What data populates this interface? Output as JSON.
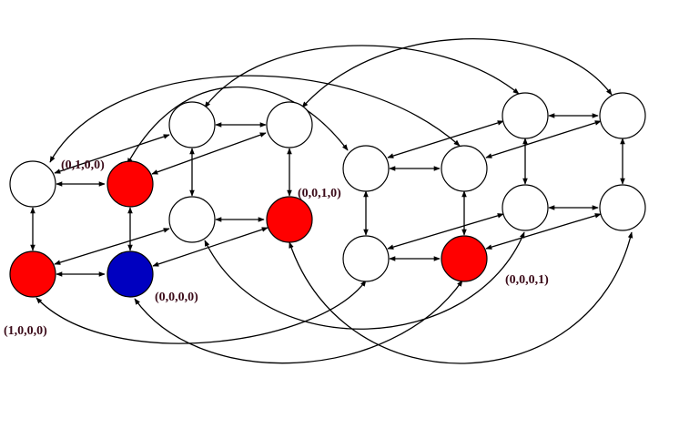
{
  "diagram": {
    "colors": {
      "red": "#ff0000",
      "blue": "#0000c0",
      "white": "#ffffff",
      "stroke": "#000000",
      "label": "#3a0a18"
    },
    "nodes": [
      {
        "id": "n1",
        "fill": "white"
      },
      {
        "id": "n2",
        "fill": "red",
        "label": "(0,1,0,0)"
      },
      {
        "id": "n3",
        "fill": "red",
        "label": "(1,0,0,0)"
      },
      {
        "id": "n4",
        "fill": "blue",
        "label": "(0,0,0,0)"
      },
      {
        "id": "n5",
        "fill": "white"
      },
      {
        "id": "n6",
        "fill": "white"
      },
      {
        "id": "n7",
        "fill": "white"
      },
      {
        "id": "n8",
        "fill": "red",
        "label": "(0,0,1,0)"
      },
      {
        "id": "n9",
        "fill": "white"
      },
      {
        "id": "n10",
        "fill": "white"
      },
      {
        "id": "n11",
        "fill": "white"
      },
      {
        "id": "n12",
        "fill": "red",
        "label": "(0,0,0,1)"
      },
      {
        "id": "n13",
        "fill": "white"
      },
      {
        "id": "n14",
        "fill": "white"
      },
      {
        "id": "n15",
        "fill": "white"
      },
      {
        "id": "n16",
        "fill": "white"
      }
    ]
  }
}
